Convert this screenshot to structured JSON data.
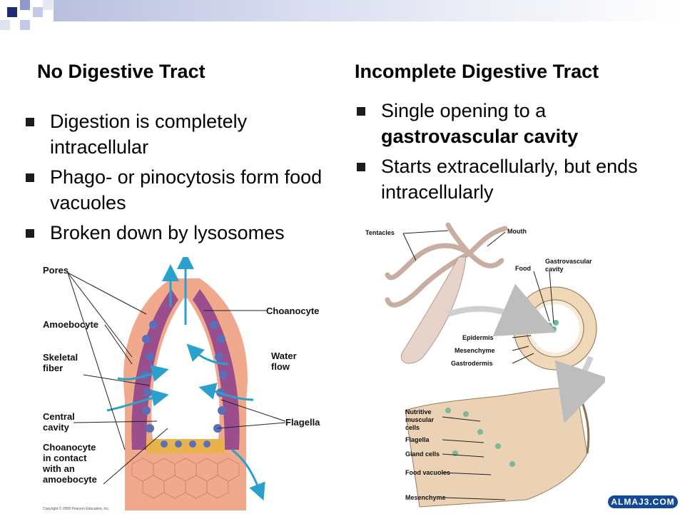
{
  "left": {
    "heading": "No Digestive Tract",
    "bullets": [
      "Digestion is completely intracellular",
      "Phago- or pinocytosis form food vacuoles",
      "Broken down by lysosomes"
    ]
  },
  "right": {
    "heading": "Incomplete Digestive Tract",
    "bullet1": {
      "before": "Single opening to a ",
      "bold": "gastrovascular cavity"
    },
    "bullet2": "Starts extracellularly, but ends intracellularly"
  },
  "sponge_labels": {
    "pores": "Pores",
    "amoebocyte": "Amoebocyte",
    "skeletal_1": "Skeletal",
    "skeletal_2": "fiber",
    "central_1": "Central",
    "central_2": "cavity",
    "choano_1": "Choanocyte",
    "choano_2": "in contact",
    "choano_3": "with an",
    "choano_4": "amoebocyte",
    "choanocyte": "Choanocyte",
    "water_1": "Water",
    "water_2": "flow",
    "flagella": "Flagella"
  },
  "hydra_labels": {
    "tentacles": "Tentacles",
    "mouth": "Mouth",
    "food": "Food",
    "gastro_1": "Gastrovascular",
    "gastro_2": "cavity",
    "epidermis": "Epidermis",
    "mesenchyme": "Mesenchyme",
    "gastrodermis": "Gastrodermis",
    "nutritive_1": "Nutritive",
    "nutritive_2": "muscular",
    "nutritive_3": "cells",
    "flagella": "Flagella",
    "gland": "Gland cells",
    "food_vacuoles": "Food vacuoles",
    "mesenchyme_bottom": "Mesenchyme"
  },
  "copyright": "Copyright © 2008 Pearson Education, Inc.",
  "watermark": "ALMAJ3.COM",
  "colors": {
    "title_bar": "#c9cee8",
    "deco_dark": "#1f2a70",
    "deco_light": "#8f99cc",
    "bullet": "#1b1c1d",
    "arrow": "#2aa0cc",
    "watermark_bg": "#134a93"
  }
}
